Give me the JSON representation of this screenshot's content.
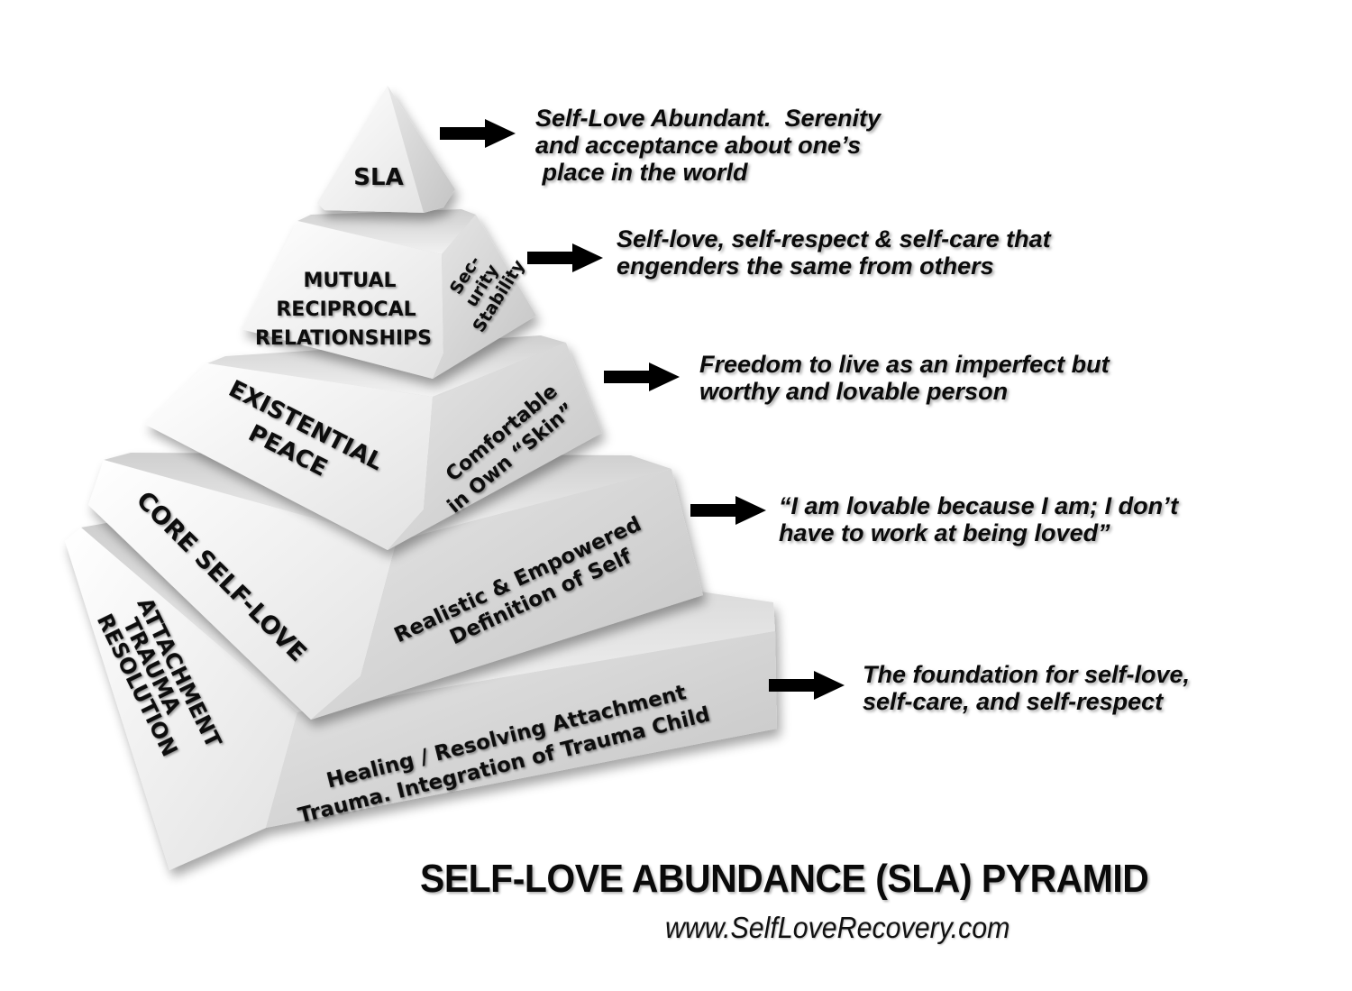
{
  "title": "SELF-LOVE ABUNDANCE (SLA) PYRAMID",
  "website": "www.SelfLoveRecovery.com",
  "colors": {
    "face_light": "#f4f4f4",
    "face_mid": "#dcdcdc",
    "face_dark": "#bdbdbd",
    "text": "#0a0a0a",
    "arrow": "#000000"
  },
  "tiers": [
    {
      "level": 5,
      "front_label": [
        "SLA"
      ],
      "side_label": [],
      "description": "Self-Love Abundant.  Serenity\nand acceptance about one’s\n place in the world",
      "arrow_icon": "right-arrow"
    },
    {
      "level": 4,
      "front_label": [
        "MUTUAL",
        "RECIPROCAL",
        "RELATIONSHIPS"
      ],
      "side_label": [
        "Sec-",
        "urity",
        "Stability"
      ],
      "description": "Self-love, self-respect & self-care that\nengenders the same from others",
      "arrow_icon": "right-arrow"
    },
    {
      "level": 3,
      "front_label": [
        "EXISTENTIAL",
        "PEACE"
      ],
      "side_label": [
        "Comfortable",
        "in Own “Skin”"
      ],
      "description": "Freedom to live as an imperfect but\nworthy and lovable person",
      "arrow_icon": "right-arrow"
    },
    {
      "level": 2,
      "front_label": [
        "CORE SELF-LOVE"
      ],
      "side_label": [
        "Realistic & Empowered",
        "Definition of Self"
      ],
      "description": "“I am lovable because I am; I don’t\nhave to work at being loved”",
      "arrow_icon": "right-arrow"
    },
    {
      "level": 1,
      "front_label": [
        "ATTACHMENT",
        "TRAUMA",
        "RESOLUTION"
      ],
      "side_label": [
        "Healing / Resolving Attachment",
        "Trauma.  Integration of Trauma Child"
      ],
      "description": "The foundation for self-love,\nself-care, and self-respect",
      "arrow_icon": "right-arrow"
    }
  ]
}
